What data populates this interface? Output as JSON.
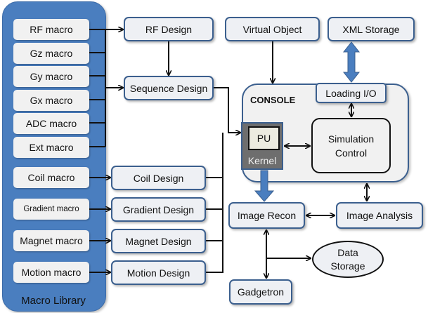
{
  "macro_library": {
    "label": "Macro Library",
    "macros": [
      {
        "label": "RF macro"
      },
      {
        "label": "Gz macro"
      },
      {
        "label": "Gy macro"
      },
      {
        "label": "Gx macro"
      },
      {
        "label": "ADC macro"
      },
      {
        "label": "Ext macro"
      },
      {
        "label": "Coil macro"
      },
      {
        "label": "Gradient macro"
      },
      {
        "label": "Magnet macro"
      },
      {
        "label": "Motion macro"
      }
    ]
  },
  "designs": {
    "rf": "RF Design",
    "sequence": "Sequence Design",
    "coil": "Coil Design",
    "gradient": "Gradient Design",
    "magnet": "Magnet Design",
    "motion": "Motion Design"
  },
  "top": {
    "virtual_object": "Virtual Object",
    "xml_storage": "XML Storage"
  },
  "console": {
    "label": "CONSOLE",
    "loading_io": "Loading I/O",
    "pu": "PU",
    "kernel": "Kernel",
    "simulation_control": [
      "Simulation",
      "Control"
    ]
  },
  "outputs": {
    "image_recon": "Image Recon",
    "image_analysis": "Image Analysis",
    "data_storage": [
      "Data",
      "Storage"
    ],
    "gadgetron": "Gadgetron"
  },
  "colors": {
    "library_blue": "#4a7ebf",
    "box_border": "#3b5f8e",
    "box_fill": "#eef0f4",
    "kernel_gray": "#6e6e6e",
    "thick_arrow": "#4a7ebf"
  }
}
